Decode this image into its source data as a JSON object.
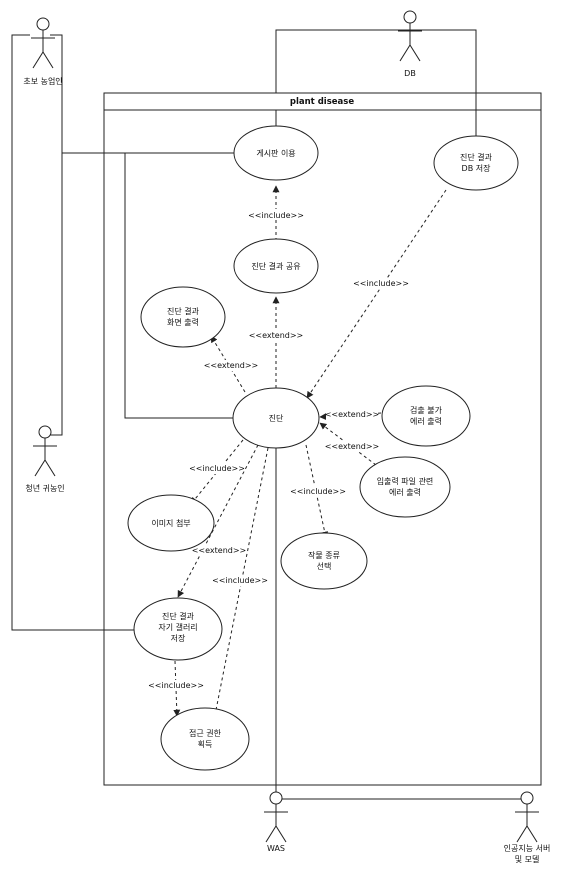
{
  "system": {
    "title": "plant disease"
  },
  "actors": {
    "beginner_farmer": "초보 농업인",
    "young_farmer": "청년 귀농인",
    "db": "DB",
    "was": "WAS",
    "ai_server": [
      "인공지능 서버",
      "및 모델"
    ]
  },
  "use_cases": {
    "board": [
      "게시판 이용"
    ],
    "db_save": [
      "진단 결과",
      "DB 저장"
    ],
    "share": [
      "진단 결과 공유"
    ],
    "screen_output": [
      "진단 결과",
      "화면 출력"
    ],
    "diagnose": [
      "진단"
    ],
    "detect_error": [
      "검출 불가",
      "에러 출력"
    ],
    "io_error": [
      "입출력 파일 관련",
      "에러 출력"
    ],
    "attach_image": [
      "이미지 첨부"
    ],
    "crop_select": [
      "작물 종류",
      "선택"
    ],
    "gallery_save": [
      "진단 결과",
      "자기 갤러리",
      "저장"
    ],
    "permission": [
      "접근 권한",
      "획득"
    ]
  },
  "relations": {
    "include": "<<include>>",
    "extend": "<<extend>>"
  }
}
